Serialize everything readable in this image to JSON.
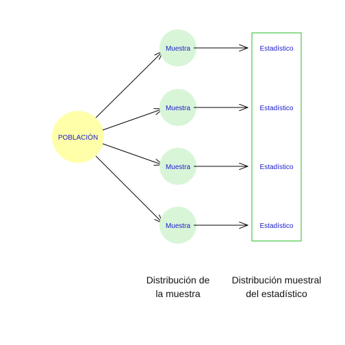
{
  "diagram": {
    "population": {
      "label": "POBLACIÓN"
    },
    "samples": [
      {
        "label": "Muestra"
      },
      {
        "label": "Muestra"
      },
      {
        "label": "Muestra"
      },
      {
        "label": "Muestra"
      }
    ],
    "statistics": [
      {
        "label": "Estadístico"
      },
      {
        "label": "Estadístico"
      },
      {
        "label": "Estadístico"
      },
      {
        "label": "Estadístico"
      }
    ],
    "captions": {
      "sample_distribution": {
        "line1": "Distribución de",
        "line2": "la muestra"
      },
      "sampling_distribution": {
        "line1": "Distribución muestral",
        "line2": "del estadístico"
      }
    },
    "colors": {
      "population_fill": "#ffffaa",
      "sample_fill": "#d8f5d8",
      "stat_box_border": "#22bb22",
      "label_text": "#1a1acc",
      "arrow": "#000000"
    }
  }
}
